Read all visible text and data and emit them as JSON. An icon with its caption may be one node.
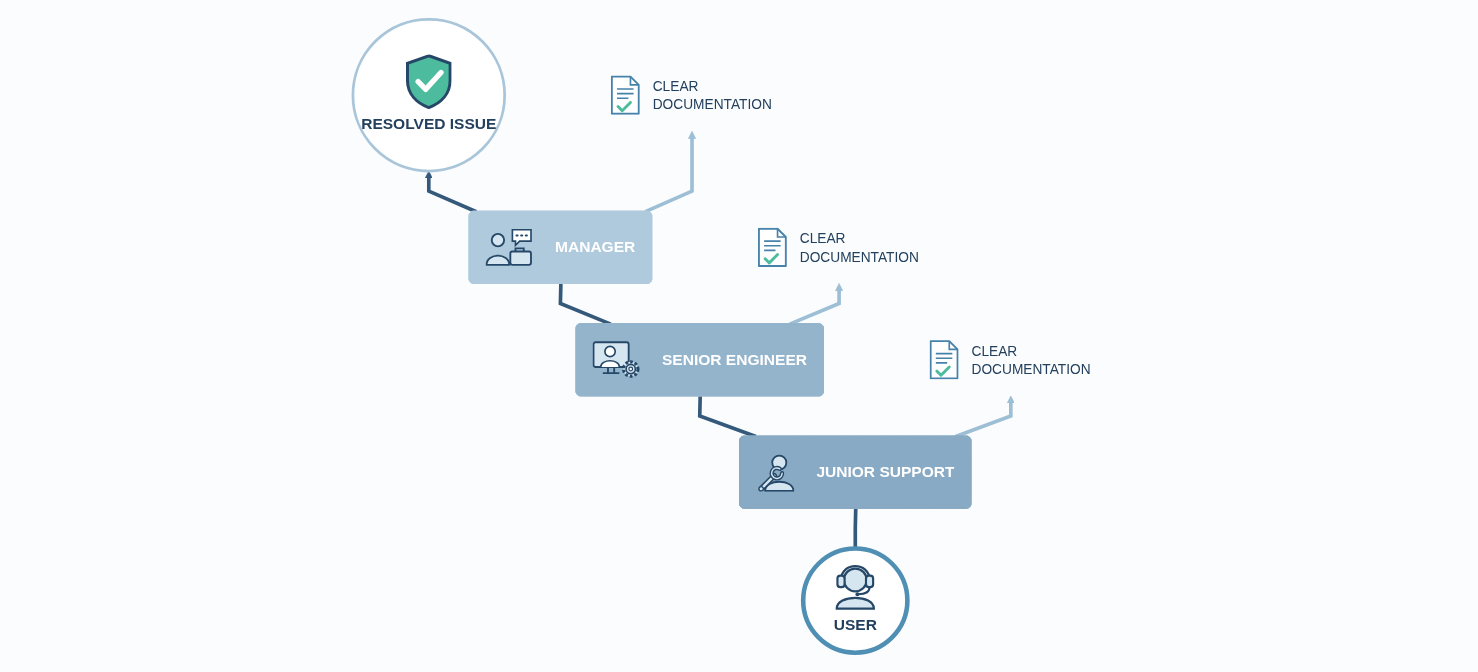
{
  "diagram": {
    "nodes": [
      {
        "text": [
          "RESOLVED ISSUE"
        ]
      },
      {
        "text": [
          "MANAGER"
        ]
      },
      {
        "text": [
          "CLEAR DOCUMENTATION"
        ]
      },
      {
        "text": [
          "SENIOR ENGINEER"
        ]
      },
      {
        "text": [
          "CLEAR DOCUMENTATION"
        ]
      },
      {
        "text": [
          "JUNIOR SUPPORT"
        ]
      },
      {
        "text": [
          "CLEAR DOCUMENTATION"
        ]
      },
      {
        "text": [
          "USER"
        ]
      }
    ],
    "edges": [
      {
        "from": 7,
        "to": 5,
        "arrow": "none"
      },
      {
        "from": 5,
        "to": 3,
        "arrow": "none"
      },
      {
        "from": 3,
        "to": 1,
        "arrow": "none"
      },
      {
        "from": 1,
        "to": 0,
        "arrow": "to"
      },
      {
        "from": 1,
        "to": 2,
        "arrow": "to",
        "color": "#9dbfd6"
      },
      {
        "from": 3,
        "to": 4,
        "arrow": "to",
        "color": "#9dbfd6"
      },
      {
        "from": 5,
        "to": 6,
        "arrow": "to",
        "color": "#9dbfd6"
      }
    ]
  }
}
